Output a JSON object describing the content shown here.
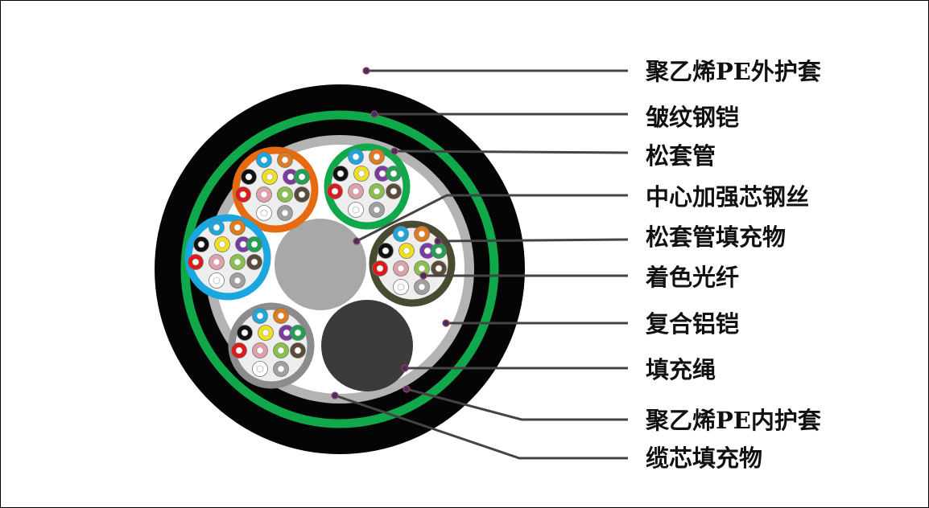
{
  "labels": [
    {
      "id": "outer-sheath",
      "text": "聚乙烯PE外护套"
    },
    {
      "id": "corrugated-steel",
      "text": "皱纹钢铠"
    },
    {
      "id": "loose-tube",
      "text": "松套管"
    },
    {
      "id": "central-strength",
      "text": "中心加强芯钢丝"
    },
    {
      "id": "tube-filler",
      "text": "松套管填充物"
    },
    {
      "id": "colored-fiber",
      "text": "着色光纤"
    },
    {
      "id": "aluminum-armor",
      "text": "复合铝铠"
    },
    {
      "id": "filler-rope",
      "text": "填充绳"
    },
    {
      "id": "inner-sheath",
      "text": "聚乙烯PE内护套"
    },
    {
      "id": "core-filler",
      "text": "缆芯填充物"
    }
  ],
  "colors": {
    "outer_sheath": "#050505",
    "steel_armor": "#10a84b",
    "aluminum_armor": "#b3b3b3",
    "core_filler": "#ffffff",
    "central_member": "#a8a8a8",
    "filler_rope": "#3b3b3b",
    "leader_line": "#444444",
    "leader_dot": "#2a3a6a",
    "tubes": [
      "#e86a10",
      "#10a84b",
      "#1aa7e0",
      "#4a4a32",
      "#8c8c8c"
    ],
    "fibers": [
      "#1aa7e0",
      "#e07a1a",
      "#111111",
      "#f0e21a",
      "#7a3aa0",
      "#20a050",
      "#e01a1a",
      "#e0a0a8",
      "#8ac04a",
      "#5a4a3a",
      "#ffffff",
      "#a0a0a0"
    ]
  }
}
